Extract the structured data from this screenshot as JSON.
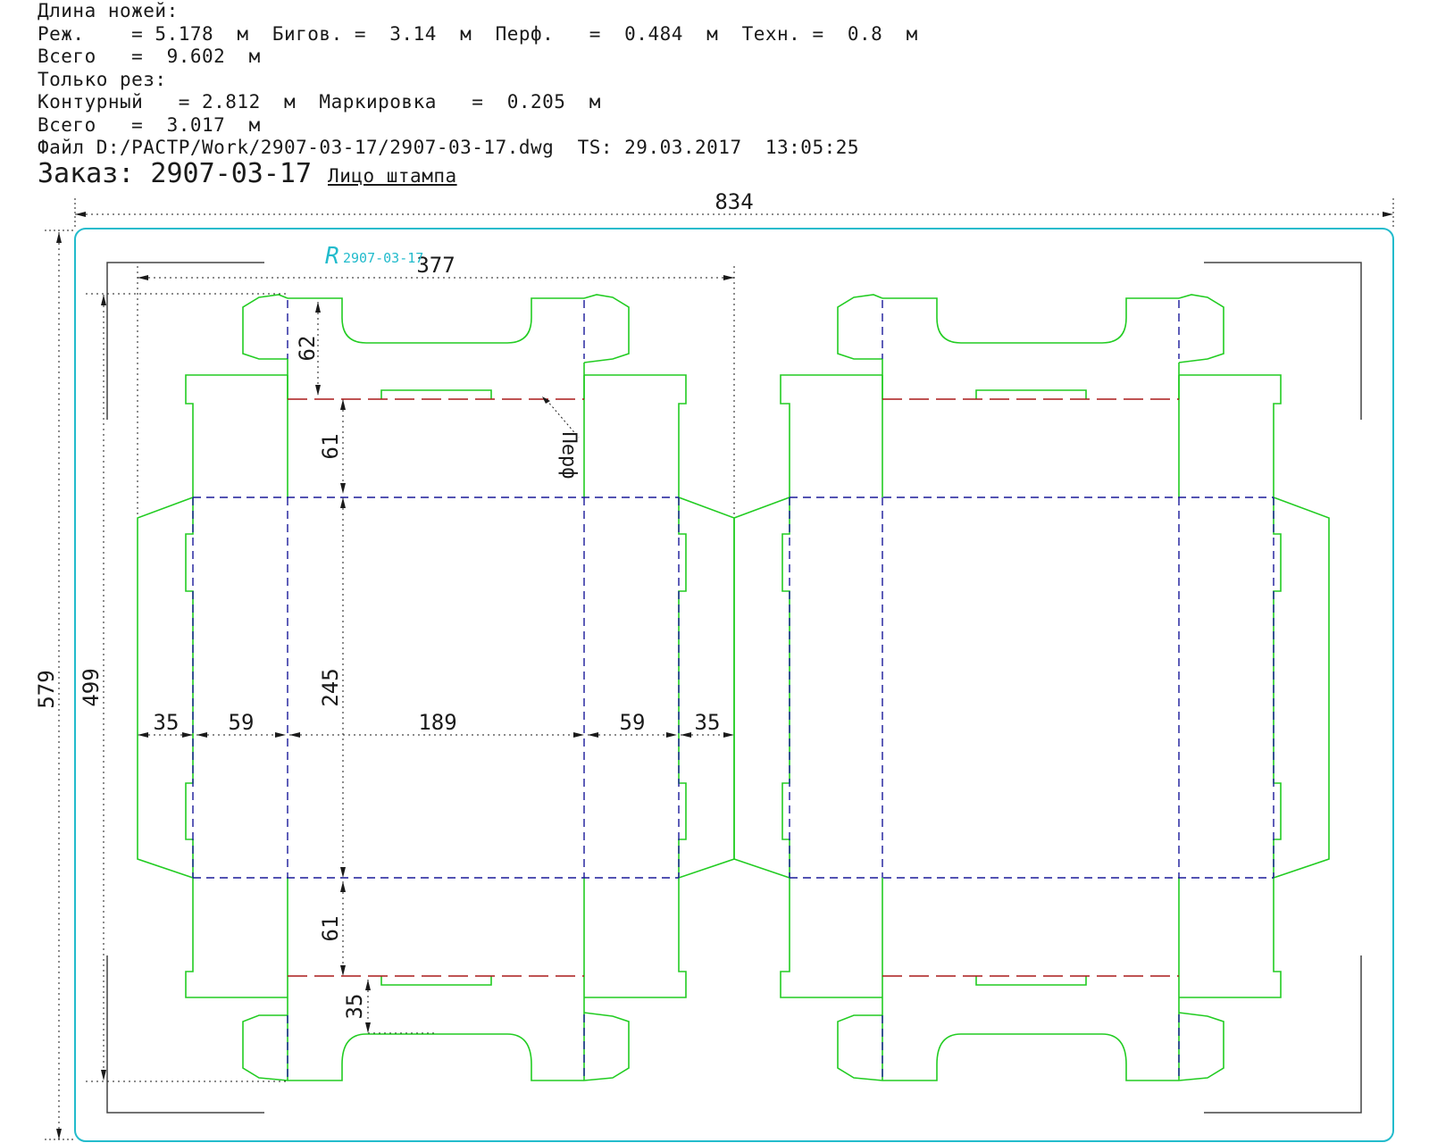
{
  "header": {
    "title": "Длина ножей:",
    "line_rezh": "Реж.    = 5.178  м  Бигов. =  3.14  м  Перф.   =  0.484  м  Техн. =  0.8  м",
    "line_total1": "Всего   =  9.602  м",
    "only_cut": "Только рез:",
    "line_contour": "Контурный   = 2.812  м  Маркировка   =  0.205  м",
    "line_total2": "Всего   =  3.017  м",
    "file_line": "Файл D:/РАСТР/Work/2907-03-17/2907-03-17.dwg  TS: 29.03.2017  13:05:25",
    "order": "Заказ: 2907-03-17",
    "face": "Лицо штампа"
  },
  "dims": {
    "overall_width": "834",
    "overall_height": "579",
    "blank_width": "377",
    "blank_height": "499",
    "top_flap": "62",
    "top_panel": "61",
    "main_height": "245",
    "bottom_panel": "61",
    "bottom_flap": "35",
    "w_side_left": "35",
    "w_wall_left": "59",
    "w_center": "189",
    "w_wall_right": "59",
    "w_side_right": "35"
  },
  "labels": {
    "perf": "Перф",
    "stamp_id": "2907-03-17",
    "stamp_glyph": "R"
  },
  "colors": {
    "cut": "#22cc22",
    "crease": "#1a1a99",
    "perf": "#aa1a1a",
    "border": "#22bbcc",
    "dimension": "#1a1a1a"
  }
}
